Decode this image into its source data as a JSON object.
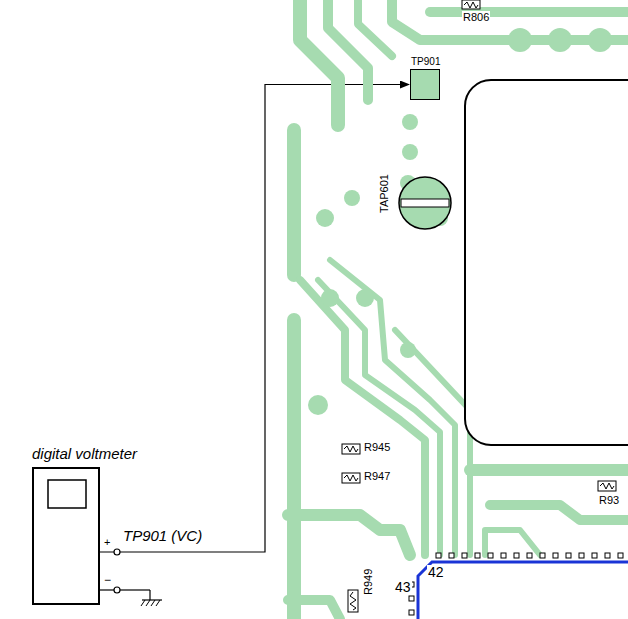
{
  "diagram": {
    "nodes": [
      {
        "text": [
          "digital voltmeter"
        ]
      },
      {
        "text": [
          "TP901"
        ]
      }
    ],
    "edges": [
      {
        "from": 0,
        "to": 1,
        "arrow": "to"
      }
    ],
    "labels": [
      "R806",
      "TAP601",
      "R945",
      "R947",
      "R93",
      "TP901 (VC)",
      "+",
      "−",
      "42",
      "43",
      "R949"
    ]
  }
}
